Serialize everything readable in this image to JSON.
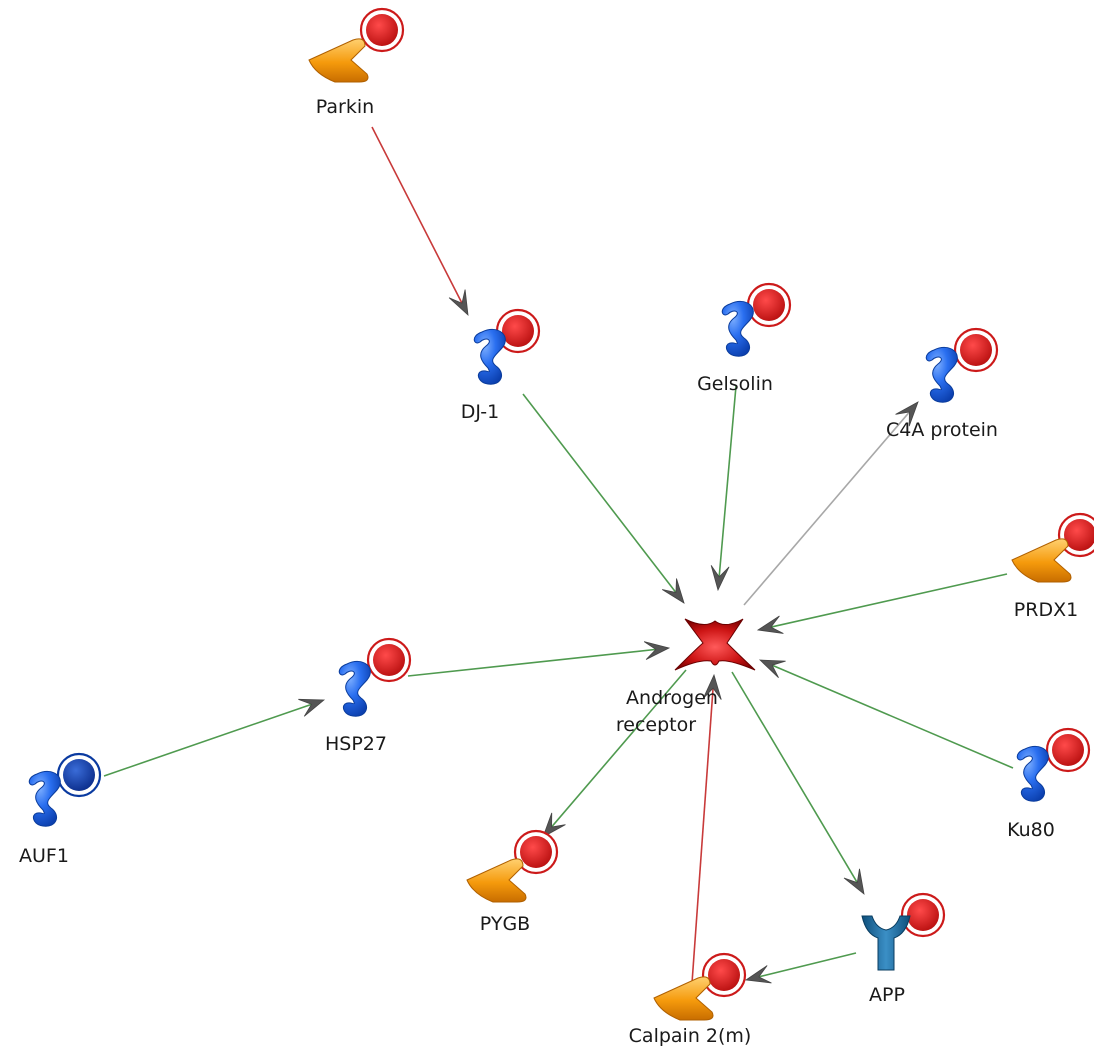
{
  "colors": {
    "activation_edge": "#4f9a4f",
    "inhibition_edge": "#c83a3a",
    "unspecified_edge": "#a8a8a8",
    "arrowhead": "#555555",
    "protein_blue": "#1e63e6",
    "enzyme_orange": "#f59a0c",
    "receptor_teal": "#1b6fa6",
    "target_red": "#c81818",
    "marker_up": "#cc1a1a",
    "marker_down": "#0a3aa0"
  },
  "nodes": [
    {
      "id": "parkin",
      "label": "Parkin",
      "shape": "enzyme",
      "marker": "up",
      "name": "parkin-node"
    },
    {
      "id": "dj1",
      "label": "DJ-1",
      "shape": "protein",
      "marker": "up",
      "name": "dj-1-node"
    },
    {
      "id": "gelsolin",
      "label": "Gelsolin",
      "shape": "protein",
      "marker": "up",
      "name": "gelsolin-node"
    },
    {
      "id": "c4a",
      "label": "C4A protein",
      "shape": "protein",
      "marker": "up",
      "name": "c4a-protein-node"
    },
    {
      "id": "prdx1",
      "label": "PRDX1",
      "shape": "enzyme",
      "marker": "up",
      "name": "prdx1-node"
    },
    {
      "id": "ar",
      "label": [
        "Androgen",
        "receptor"
      ],
      "shape": "target",
      "marker": "none",
      "name": "androgen-receptor-node"
    },
    {
      "id": "hsp27",
      "label": "HSP27",
      "shape": "protein",
      "marker": "up",
      "name": "hsp27-node"
    },
    {
      "id": "auf1",
      "label": "AUF1",
      "shape": "protein",
      "marker": "down",
      "name": "auf1-node"
    },
    {
      "id": "ku80",
      "label": "Ku80",
      "shape": "protein",
      "marker": "up",
      "name": "ku80-node"
    },
    {
      "id": "pygb",
      "label": "PYGB",
      "shape": "enzyme",
      "marker": "up",
      "name": "pygb-node"
    },
    {
      "id": "app",
      "label": "APP",
      "shape": "receptor",
      "marker": "up",
      "name": "app-node"
    },
    {
      "id": "calpain",
      "label": "Calpain 2(m)",
      "shape": "enzyme",
      "marker": "up",
      "name": "calpain-2m-node"
    }
  ],
  "edges": [
    {
      "from": "parkin",
      "to": "dj1",
      "type": "inhibition"
    },
    {
      "from": "dj1",
      "to": "ar",
      "type": "activation"
    },
    {
      "from": "gelsolin",
      "to": "ar",
      "type": "activation"
    },
    {
      "from": "ar",
      "to": "c4a",
      "type": "unspecified"
    },
    {
      "from": "prdx1",
      "to": "ar",
      "type": "activation"
    },
    {
      "from": "hsp27",
      "to": "ar",
      "type": "activation"
    },
    {
      "from": "auf1",
      "to": "hsp27",
      "type": "activation"
    },
    {
      "from": "ku80",
      "to": "ar",
      "type": "activation"
    },
    {
      "from": "ar",
      "to": "pygb",
      "type": "activation"
    },
    {
      "from": "ar",
      "to": "app",
      "type": "activation"
    },
    {
      "from": "app",
      "to": "calpain",
      "type": "activation"
    },
    {
      "from": "calpain",
      "to": "ar",
      "type": "inhibition"
    }
  ]
}
